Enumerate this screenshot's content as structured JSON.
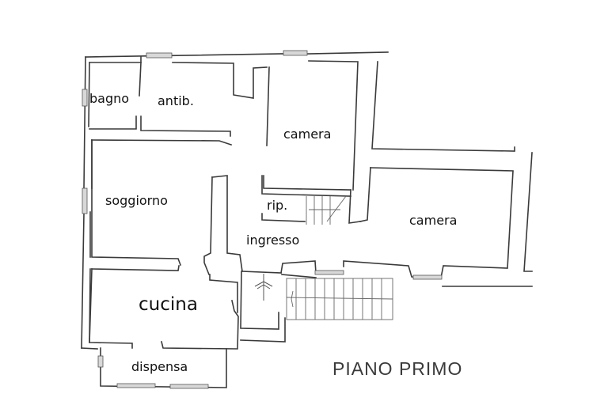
{
  "plan": {
    "title": "PIANO PRIMO",
    "rooms": [
      {
        "id": "bagno",
        "label": "bagno"
      },
      {
        "id": "antibagno",
        "label": "antib."
      },
      {
        "id": "camera-1",
        "label": "camera"
      },
      {
        "id": "soggiorno",
        "label": "soggiorno"
      },
      {
        "id": "ripostiglio",
        "label": "rip."
      },
      {
        "id": "camera-2",
        "label": "camera"
      },
      {
        "id": "ingresso",
        "label": "ingresso"
      },
      {
        "id": "cucina",
        "label": "cucina"
      },
      {
        "id": "dispensa",
        "label": "dispensa"
      }
    ]
  }
}
